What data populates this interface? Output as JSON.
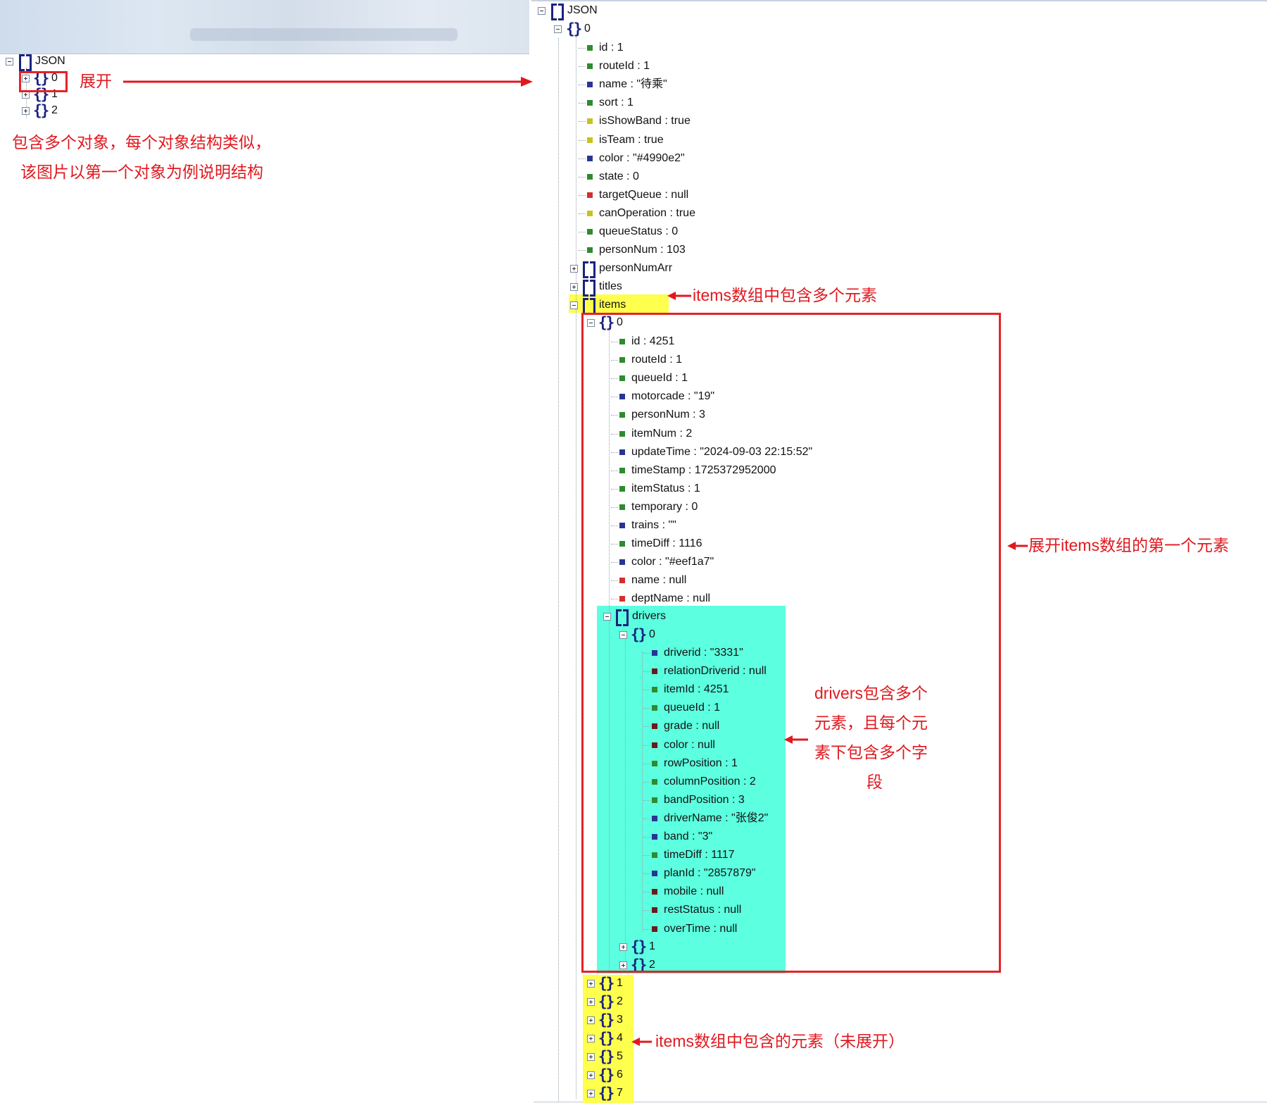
{
  "colors": {
    "annotation": "#e0191f",
    "highlight_yellow": "#ffff4d",
    "highlight_cyan": "#5cffe0",
    "icon_blue": "#1a237e"
  },
  "left_tree": {
    "root_label": "JSON",
    "items": [
      "0",
      "1",
      "2"
    ]
  },
  "right_tree": {
    "root_label": "JSON",
    "obj0_label": "0",
    "obj0_fields": [
      {
        "text": "id : 1",
        "color": "#2e8b2e"
      },
      {
        "text": "routeId : 1",
        "color": "#2e8b2e"
      },
      {
        "text": "name : \"待乘\"",
        "color": "#283593"
      },
      {
        "text": "sort : 1",
        "color": "#2e8b2e"
      },
      {
        "text": "isShowBand : true",
        "color": "#c9c21d"
      },
      {
        "text": "isTeam : true",
        "color": "#c9c21d"
      },
      {
        "text": "color : \"#4990e2\"",
        "color": "#283593"
      },
      {
        "text": "state : 0",
        "color": "#2e8b2e"
      },
      {
        "text": "targetQueue : null",
        "color": "#d32f2f"
      },
      {
        "text": "canOperation : true",
        "color": "#c9c21d"
      },
      {
        "text": "queueStatus : 0",
        "color": "#2e8b2e"
      },
      {
        "text": "personNum : 103",
        "color": "#2e8b2e"
      }
    ],
    "arrays": [
      "personNumArr",
      "titles",
      "items"
    ],
    "item0_label": "0",
    "item0_fields": [
      {
        "text": "id : 4251",
        "color": "#2e8b2e"
      },
      {
        "text": "routeId : 1",
        "color": "#2e8b2e"
      },
      {
        "text": "queueId : 1",
        "color": "#2e8b2e"
      },
      {
        "text": "motorcade : \"19\"",
        "color": "#283593"
      },
      {
        "text": "personNum : 3",
        "color": "#2e8b2e"
      },
      {
        "text": "itemNum : 2",
        "color": "#2e8b2e"
      },
      {
        "text": "updateTime : \"2024-09-03 22:15:52\"",
        "color": "#283593"
      },
      {
        "text": "timeStamp : 1725372952000",
        "color": "#2e8b2e"
      },
      {
        "text": "itemStatus : 1",
        "color": "#2e8b2e"
      },
      {
        "text": "temporary : 0",
        "color": "#2e8b2e"
      },
      {
        "text": "trains : \"\"",
        "color": "#283593"
      },
      {
        "text": "timeDiff : 1116",
        "color": "#2e8b2e"
      },
      {
        "text": "color : \"#eef1a7\"",
        "color": "#283593"
      },
      {
        "text": "name : null",
        "color": "#d32f2f"
      },
      {
        "text": "deptName : null",
        "color": "#d32f2f"
      }
    ],
    "drivers_label": "drivers",
    "driver0_label": "0",
    "driver0_fields": [
      {
        "text": "driverid : \"3331\"",
        "color": "#283593"
      },
      {
        "text": "relationDriverid : null",
        "color": "#6b1a1a"
      },
      {
        "text": "itemId : 4251",
        "color": "#2e8b2e"
      },
      {
        "text": "queueId : 1",
        "color": "#2e8b2e"
      },
      {
        "text": "grade : null",
        "color": "#6b1a1a"
      },
      {
        "text": "color : null",
        "color": "#6b1a1a"
      },
      {
        "text": "rowPosition : 1",
        "color": "#2e8b2e"
      },
      {
        "text": "columnPosition : 2",
        "color": "#2e8b2e"
      },
      {
        "text": "bandPosition : 3",
        "color": "#2e8b2e"
      },
      {
        "text": "driverName : \"张俊2\"",
        "color": "#283593"
      },
      {
        "text": "band : \"3\"",
        "color": "#283593"
      },
      {
        "text": "timeDiff : 1117",
        "color": "#2e8b2e"
      },
      {
        "text": "planId : \"2857879\"",
        "color": "#283593"
      },
      {
        "text": "mobile : null",
        "color": "#6b1a1a"
      },
      {
        "text": "restStatus : null",
        "color": "#6b1a1a"
      },
      {
        "text": "overTime : null",
        "color": "#6b1a1a"
      }
    ],
    "driver_more": [
      "1",
      "2"
    ],
    "items_more": [
      "1",
      "2",
      "3",
      "4",
      "5",
      "6",
      "7"
    ]
  },
  "annotations": {
    "expand": "展开",
    "left_note_line1": "包含多个对象，每个对象结构类似，",
    "left_note_line2": "该图片以第一个对象为例说明结构",
    "items_note": "items数组中包含多个元素",
    "expand_items_note": "展开items数组的第一个元素",
    "drivers_note": [
      "drivers包含多个",
      "元素，且每个元",
      "素下包含多个字",
      "段"
    ],
    "items_collapsed_note": "items数组中包含的元素（未展开）"
  }
}
